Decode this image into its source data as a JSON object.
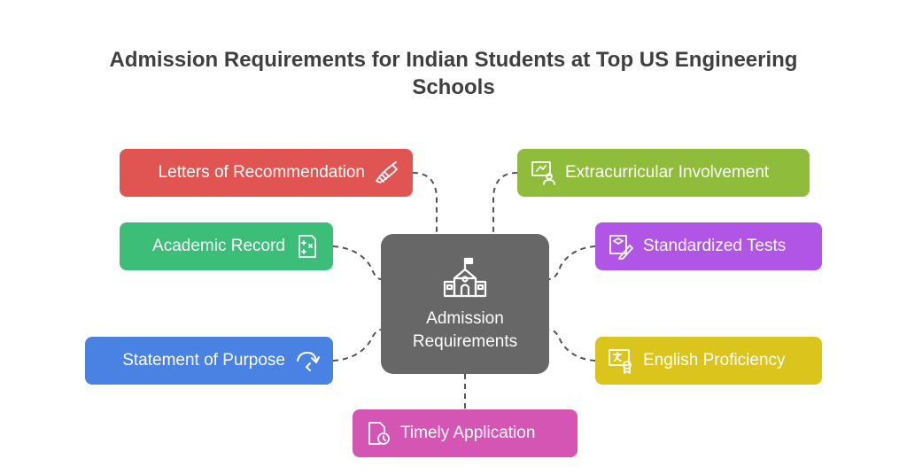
{
  "title": {
    "line1": "Admission Requirements for Indian Students at Top US Engineering",
    "line2": "Schools"
  },
  "hub": {
    "label_line1": "Admission",
    "label_line2": "Requirements",
    "icon": "school-building-icon",
    "color": "#676767"
  },
  "nodes": [
    {
      "id": "letters",
      "label": "Letters of Recommendation",
      "icon": "writing-hand-icon",
      "color": "#e05552"
    },
    {
      "id": "academic",
      "label": "Academic Record",
      "icon": "document-sparkle-icon",
      "color": "#3cbd78"
    },
    {
      "id": "statement",
      "label": "Statement of Purpose",
      "icon": "curved-arrow-icon",
      "color": "#4a82e4"
    },
    {
      "id": "extracurricular",
      "label": "Extracurricular Involvement",
      "icon": "presenter-board-icon",
      "color": "#8fbc3a"
    },
    {
      "id": "standardized",
      "label": "Standardized Tests",
      "icon": "test-pencil-icon",
      "color": "#b155e6"
    },
    {
      "id": "english",
      "label": "English Proficiency",
      "icon": "language-certificate-icon",
      "color": "#dbc51c"
    },
    {
      "id": "timely",
      "label": "Timely Application",
      "icon": "document-clock-icon",
      "color": "#d455b3"
    }
  ],
  "connector_color": "#555555"
}
